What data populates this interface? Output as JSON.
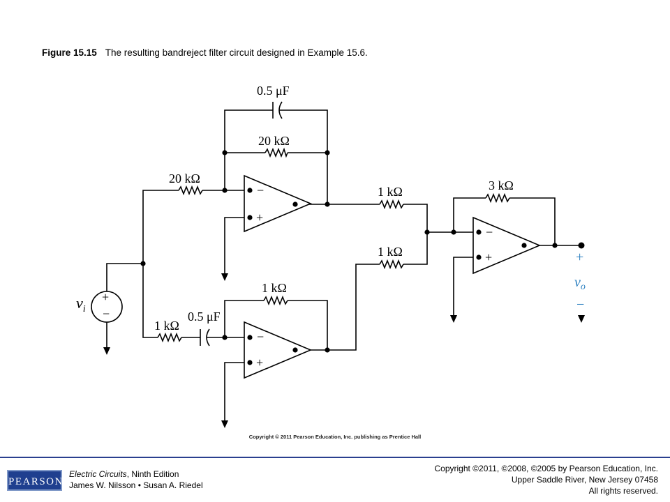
{
  "caption": {
    "figure_number": "Figure 15.15",
    "text": "The resulting bandreject filter circuit designed in Example 15.6."
  },
  "components": {
    "c_feedback": "0.5 μF",
    "r_feedback_top": "20 kΩ",
    "r_input_top": "20 kΩ",
    "r_sum_top": "1 kΩ",
    "r_sum_bottom": "1 kΩ",
    "r_out_feedback": "3 kΩ",
    "r_feedback_bottom": "1 kΩ",
    "r_input_bottom": "1 kΩ",
    "c_input_bottom": "0.5 μF"
  },
  "symbols": {
    "minus": "−",
    "plus": "+",
    "source_label": "v",
    "source_sub": "i",
    "output_label": "v",
    "output_sub": "o"
  },
  "inner_copyright": "Copyright © 2011 Pearson Education, Inc. publishing as Prentice Hall",
  "footer": {
    "logo": "PEARSON",
    "book_title": "Electric Circuits",
    "book_edition": ", Ninth Edition",
    "authors": "James W. Nilsson • Susan A. Riedel",
    "copyright_line1": "Copyright ©2011, ©2008, ©2005 by Pearson Education, Inc.",
    "copyright_line2": "Upper Saddle River, New Jersey 07458",
    "copyright_line3": "All rights reserved."
  },
  "colors": {
    "output_terminal": "#2a7fc0",
    "brand_blue": "#1f3f8f"
  }
}
